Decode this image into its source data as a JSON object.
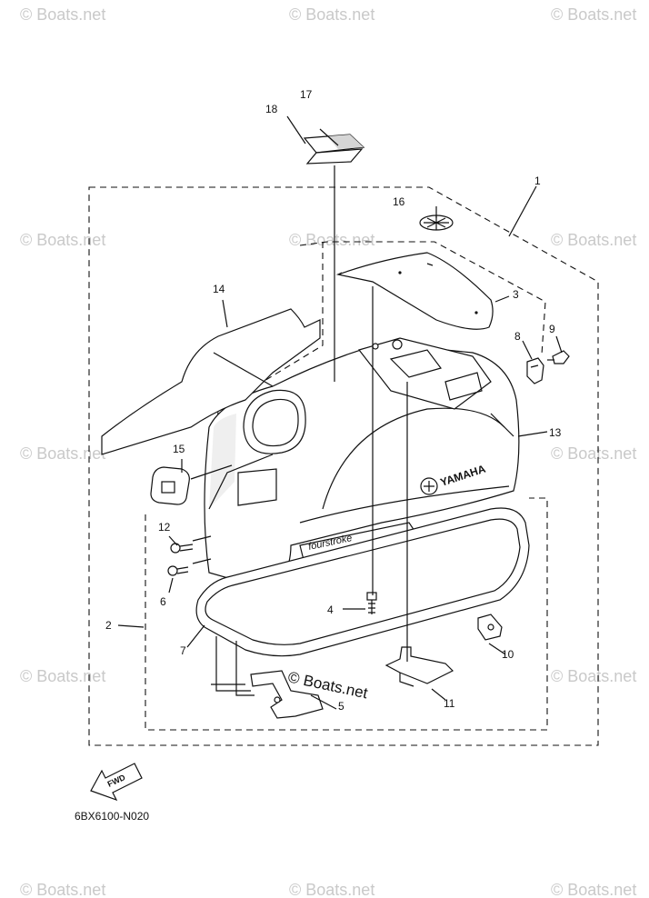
{
  "watermark": {
    "text": "© Boats.net"
  },
  "center_logo": {
    "text": "© Boats.net"
  },
  "callouts": [
    {
      "id": "c1",
      "label": "1"
    },
    {
      "id": "c2",
      "label": "2"
    },
    {
      "id": "c3",
      "label": "3"
    },
    {
      "id": "c4",
      "label": "4"
    },
    {
      "id": "c5",
      "label": "5"
    },
    {
      "id": "c6",
      "label": "6"
    },
    {
      "id": "c7",
      "label": "7"
    },
    {
      "id": "c8",
      "label": "8"
    },
    {
      "id": "c9",
      "label": "9"
    },
    {
      "id": "c10",
      "label": "10"
    },
    {
      "id": "c11",
      "label": "11"
    },
    {
      "id": "c12",
      "label": "12"
    },
    {
      "id": "c13",
      "label": "13"
    },
    {
      "id": "c14",
      "label": "14"
    },
    {
      "id": "c15",
      "label": "15"
    },
    {
      "id": "c16",
      "label": "16"
    },
    {
      "id": "c17",
      "label": "17"
    },
    {
      "id": "c18",
      "label": "18"
    }
  ],
  "brand_text": "YAMAHA",
  "decal_text": "fourstroke",
  "fwd_label": "FWD",
  "diagram_code": "6BX6100-N020"
}
